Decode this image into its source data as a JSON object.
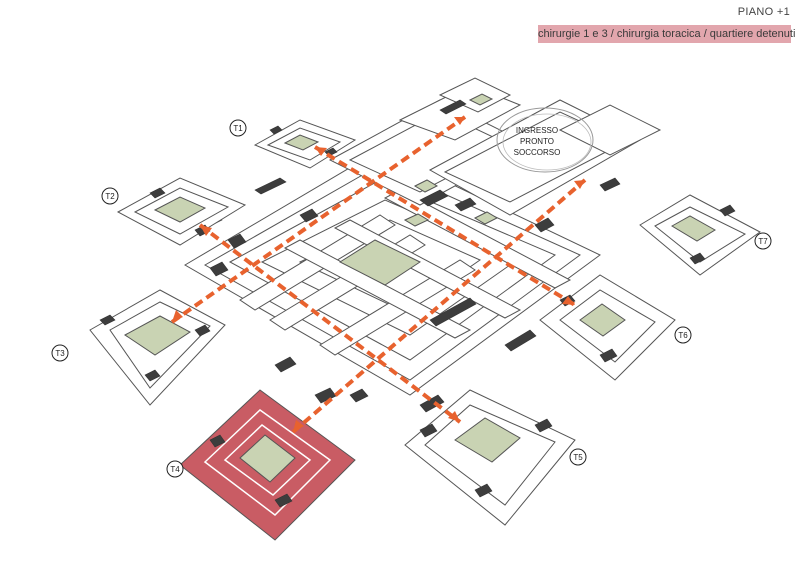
{
  "header": {
    "floor_label": "PIANO +1",
    "subtitle": "chirurgie  1 e 3 / chirurgia toracica / quartiere detenuti"
  },
  "entrance_label": [
    "INGRESSO",
    "PRONTO",
    "SOCCORSO"
  ],
  "towers": [
    {
      "id": "T1",
      "label": "T1",
      "highlighted": false
    },
    {
      "id": "T2",
      "label": "T2",
      "highlighted": false
    },
    {
      "id": "T3",
      "label": "T3",
      "highlighted": false
    },
    {
      "id": "T4",
      "label": "T4",
      "highlighted": true
    },
    {
      "id": "T5",
      "label": "T5",
      "highlighted": false
    },
    {
      "id": "T6",
      "label": "T6",
      "highlighted": false
    },
    {
      "id": "T7",
      "label": "T7",
      "highlighted": false
    }
  ],
  "colors": {
    "route": "#e8622e",
    "highlight_block": "#c95c64",
    "highlight_band": "#e2a6ad",
    "courtyard": "#c9d3b3"
  }
}
